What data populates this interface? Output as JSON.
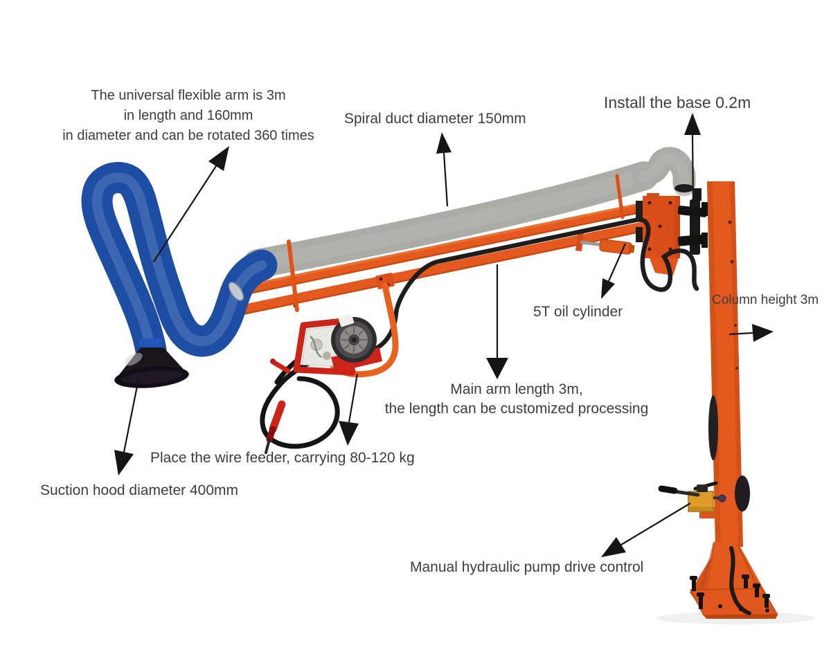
{
  "labels": {
    "flexible_arm": {
      "lines": [
        "The universal flexible arm is 3m",
        "in length and 160mm",
        "in diameter and can be rotated 360 times"
      ]
    },
    "spiral_duct": {
      "text": "Spiral duct diameter 150mm"
    },
    "install_base": {
      "text": "Install the base 0.2m"
    },
    "oil_cylinder": {
      "text": "5T oil cylinder"
    },
    "column_height": {
      "text": "Column height 3m"
    },
    "main_arm": {
      "lines": [
        "Main arm length 3m,",
        "the length can be customized processing"
      ]
    },
    "wire_feeder": {
      "text": "Place the wire feeder, carrying 80-120 kg"
    },
    "suction_hood": {
      "text": "Suction hood diameter 400mm"
    },
    "hydraulic_pump": {
      "text": "Manual hydraulic pump drive control"
    }
  },
  "colors": {
    "background": "#ffffff",
    "machine_orange": "#e45a1e",
    "hose_blue": "#2b66cc",
    "duct_silver": "#c6c5c2",
    "feeder_red": "#cc2418",
    "pump_yellow": "#dd9d26",
    "annotation_text": "#3d3d3d",
    "arrow_color": "#151515"
  }
}
